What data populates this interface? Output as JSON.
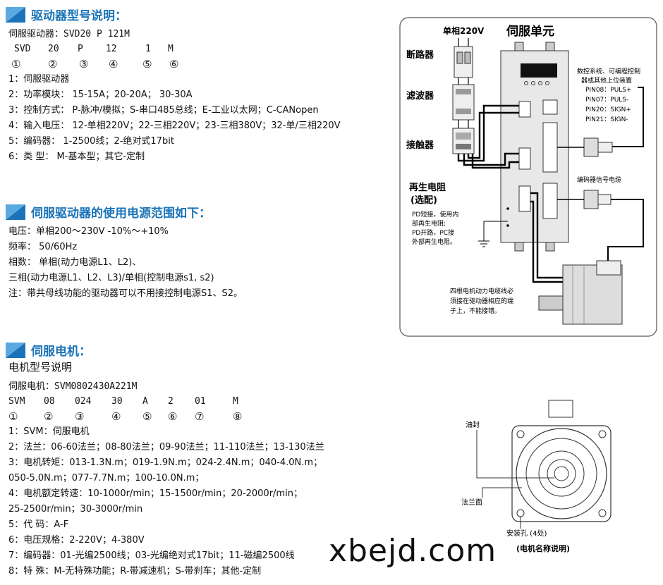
{
  "section1": {
    "title": "驱动器型号说明：",
    "model_line": "伺服驱动器：SVD20 P 121M",
    "codes": [
      "SVD",
      "20",
      "P",
      "12",
      "1",
      "M"
    ],
    "circles": [
      "①",
      "②",
      "③",
      "④",
      "⑤",
      "⑥"
    ],
    "items": [
      "1：伺服驱动器",
      "2：功率模块： 15-15A；20-20A； 30-30A",
      "3：控制方式： P-脉冲/模拟；S-串口485总线；E-工业以太网；C-CANopen",
      "4：输入电压： 12-单相220V；22-三相220V；23-三相380V；32-单/三相220V",
      "5：编码器： 1-2500线；2-绝对式17bit",
      "6：类  型： M-基本型；其它-定制"
    ]
  },
  "section2": {
    "title": "伺服驱动器的使用电源范围如下：",
    "items": [
      "电压：单相200～230V  -10%～+10%",
      "频率： 50/60Hz",
      "相数：  单相(动力电源L1、L2)、",
      "         三相(动力电源L1、L2、L3)/单相(控制电源s1, s2)",
      "注：带共母线功能的驱动器可以不用接控制电源S1、S2。"
    ]
  },
  "section3": {
    "title": "伺服电机：",
    "subtitle": "电机型号说明",
    "model_line": "伺服电机：SVM0802430A221M",
    "codes": [
      "SVM",
      "08",
      "024",
      "30",
      "A",
      "2",
      "01",
      "M"
    ],
    "circles": [
      "①",
      "②",
      "③",
      "④",
      "⑤",
      "⑥",
      "⑦",
      "⑧"
    ],
    "items": [
      "1：SVM：伺服电机",
      "2：法兰：06-60法兰；08-80法兰；09-90法兰；11-110法兰；13-130法兰",
      "3：电机转矩：013-1.3N.m；019-1.9N.m；024-2.4N.m；040-4.0N.m；",
      "             050-5.0N.m；077-7.7N.m；100-10.0N.m；",
      "4：电机额定转速：10-1000r/min；15-1500r/min；20-2000r/min；",
      "                25-2500r/min；30-3000r/min",
      "5：代  码：A-F",
      "6：电压规格：2-220V；4-380V",
      "7：编码器：01-光编2500线；03-光编绝对式17bit；11-磁编2500线",
      "8：特  殊：M-无特殊功能；R-带减速机；S-带刹车；其他-定制"
    ]
  },
  "wiring": {
    "single_phase": "单相220V",
    "servo_unit": "伺服单元",
    "breaker": "断路器",
    "filter": "滤波器",
    "contactor": "接触器",
    "regen_1": "再生电阻",
    "regen_2": "(选配)",
    "pd_note": [
      "PD短接，使用内",
      "部再生电阻;",
      "PD开路，PC接",
      "外部再生电阻。"
    ],
    "host_note": [
      "数控系统、可编程控制",
      "器或其他上位装置"
    ],
    "pins": [
      "PIN08：PULS+",
      "PIN07：PULS-",
      "PIN20：SIGN+",
      "PIN21：SIGN-"
    ],
    "encoder_cable": "编码器信号电缆",
    "motor_note": [
      "四根电机动力电缆线必",
      "须接在驱动器相应的端",
      "子上，不能接错。"
    ]
  },
  "motor_front": {
    "oil_seal": "油封",
    "flange_face": "法兰面",
    "mount_holes": "安装孔 (4处)",
    "caption": "(电机名称说明)"
  },
  "watermark": "xbejd.com",
  "colors": {
    "accent": "#1a73b8"
  }
}
